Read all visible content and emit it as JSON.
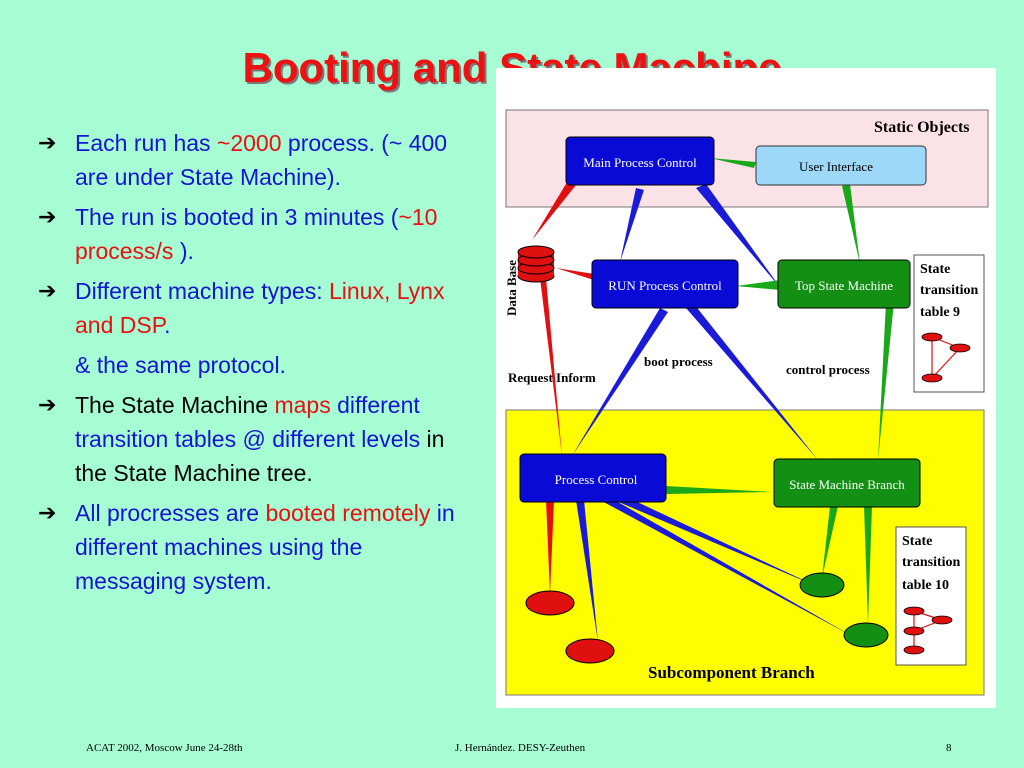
{
  "title": "Booting and State Machine",
  "bullets": [
    {
      "segments": [
        {
          "text": "Each run has ",
          "color": "blue"
        },
        {
          "text": "~2000",
          "color": "red"
        },
        {
          "text": " process. (~ 400 are under State Machine).",
          "color": "blue"
        }
      ]
    },
    {
      "segments": [
        {
          "text": "The run is booted in 3 minutes (",
          "color": "blue"
        },
        {
          "text": "~10 process/s",
          "color": "red"
        },
        {
          "text": " ).",
          "color": "blue"
        }
      ]
    },
    {
      "segments": [
        {
          "text": "Different machine types: ",
          "color": "blue"
        },
        {
          "text": "Linux, Lynx and DSP",
          "color": "red"
        },
        {
          "text": ".",
          "color": "blue"
        }
      ]
    },
    {
      "nobullet": true,
      "segments": [
        {
          "text": "& the same protocol.",
          "color": "blue"
        }
      ]
    },
    {
      "segments": [
        {
          "text": "The State Machine ",
          "color": "black"
        },
        {
          "text": "maps",
          "color": "red"
        },
        {
          "text": " different transition tables @ different levels",
          "color": "blue"
        },
        {
          "text": " in the State Machine tree.",
          "color": "black"
        }
      ]
    },
    {
      "segments": [
        {
          "text": "All procresses are ",
          "color": "blue"
        },
        {
          "text": "booted remotely",
          "color": "red"
        },
        {
          "text": " in different machines using the messaging system.",
          "color": "blue"
        }
      ]
    }
  ],
  "diagram": {
    "static_objects": "Static Objects",
    "subcomponent_branch": "Subcomponent Branch",
    "main_process_control": "Main Process Control",
    "user_interface": "User Interface",
    "run_process_control": "RUN Process Control",
    "top_state_machine": "Top State Machine",
    "process_control": "Process Control",
    "state_machine_branch": "State Machine Branch",
    "data_base": "Data Base",
    "request_inform": "Request Inform",
    "boot_process": "boot process",
    "control_process": "control process",
    "table9": [
      "State",
      "transition",
      "table 9"
    ],
    "table10": [
      "State",
      "transition",
      "table 10"
    ]
  },
  "colors": {
    "background": "#a7fdd3",
    "title": "#ee1111",
    "blue_text": "#1414d2",
    "red_text": "#e81010",
    "box_blue": "#0a0ad6",
    "box_green": "#138f13",
    "static_bg": "#fbe2e6",
    "sub_bg": "#fefe00"
  },
  "footer": {
    "left": "ACAT 2002, Moscow June 24-28th",
    "center": "J. Hernández. DESY-Zeuthen",
    "page": "8"
  }
}
